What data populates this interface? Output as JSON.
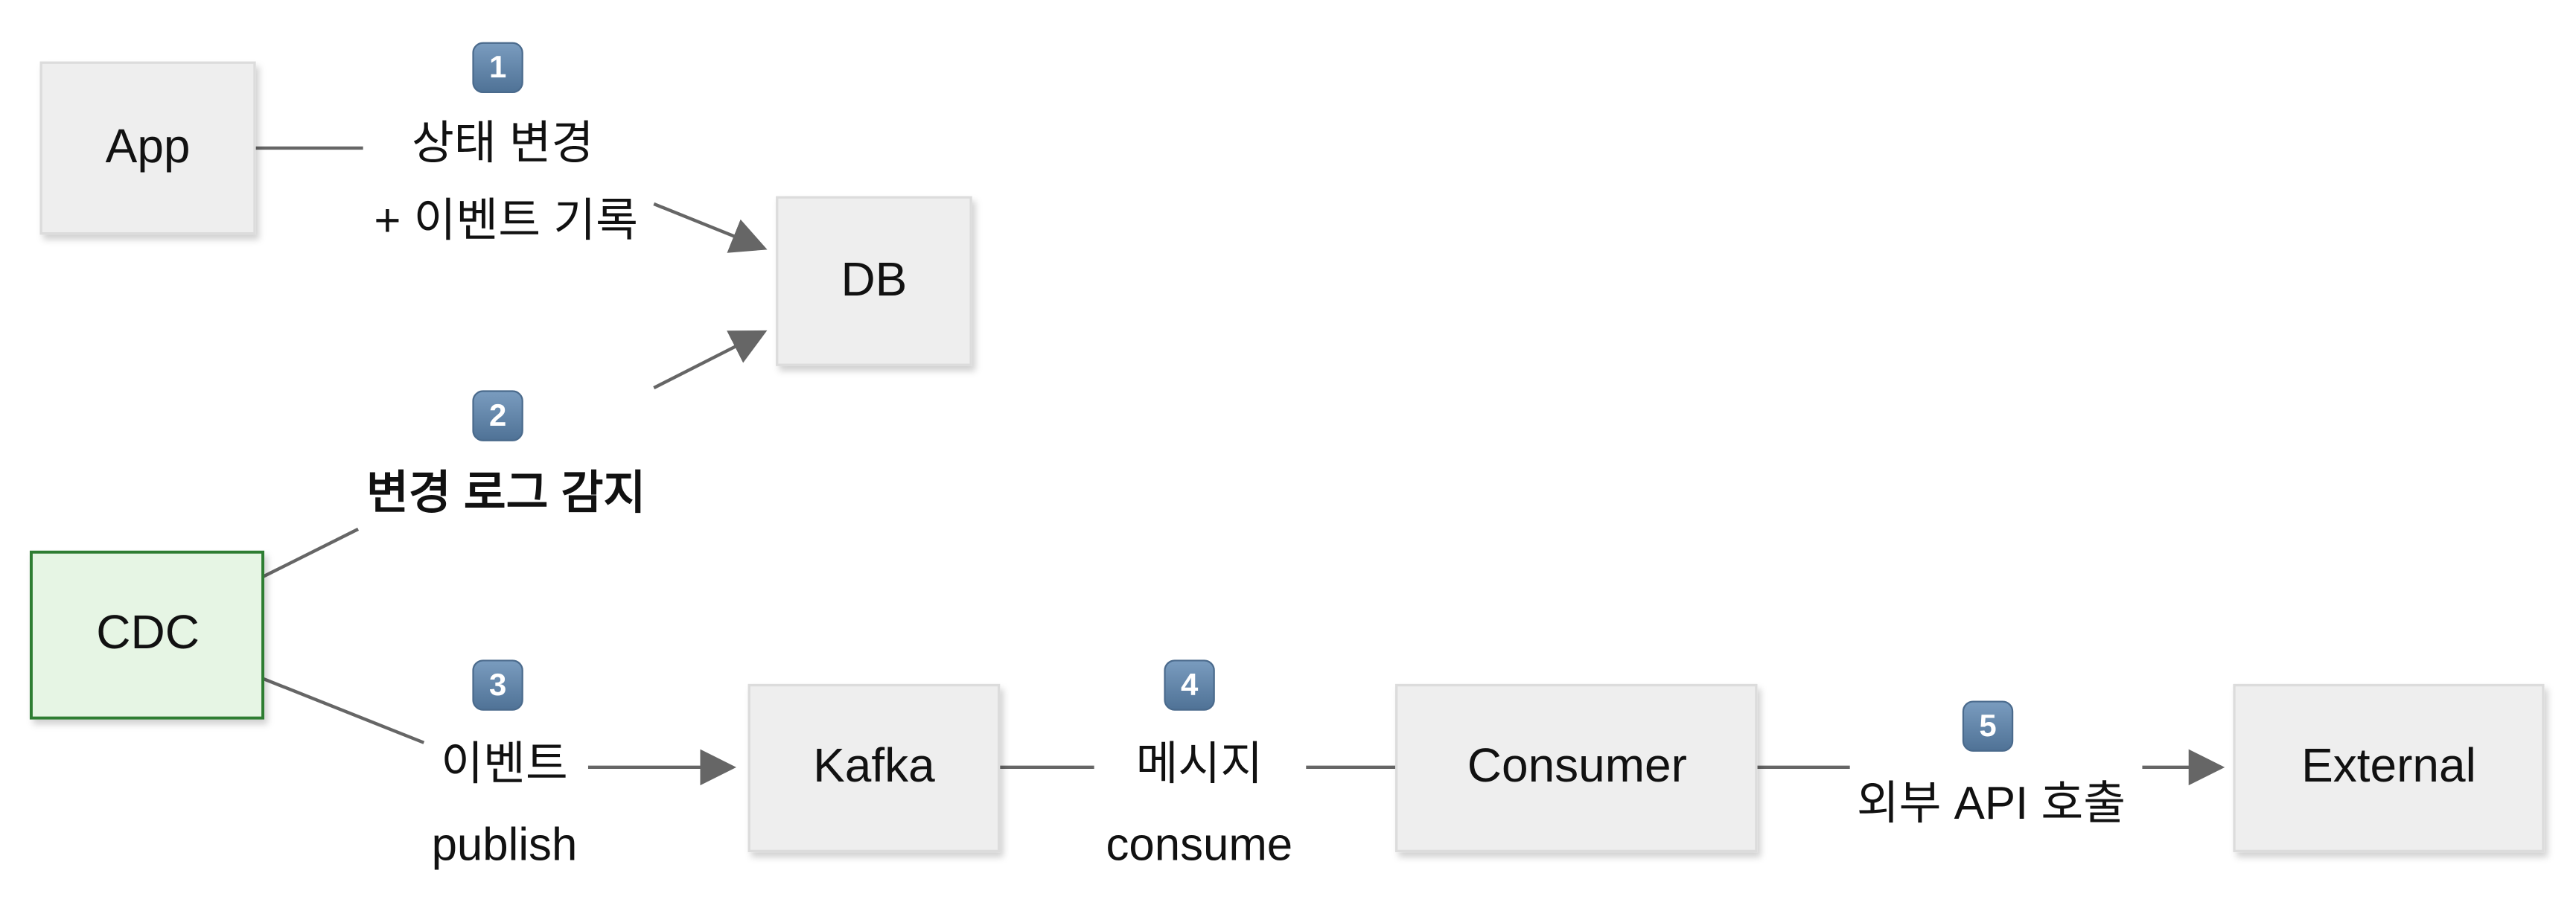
{
  "nodes": {
    "app": "App",
    "db": "DB",
    "cdc": "CDC",
    "kafka": "Kafka",
    "consumer": "Consumer",
    "external": "External"
  },
  "steps": [
    {
      "number": "1",
      "lines": [
        "상태 변경",
        "+ 이벤트 기록"
      ]
    },
    {
      "number": "2",
      "lines": [
        "변경 로그 감지"
      ]
    },
    {
      "number": "3",
      "lines": [
        "이벤트",
        "publish"
      ]
    },
    {
      "number": "4",
      "lines": [
        "메시지",
        "consume"
      ]
    },
    {
      "number": "5",
      "lines": [
        "외부 API 호출"
      ]
    }
  ],
  "colors": {
    "node_fill": "#eeeeee",
    "node_border": "#dddddd",
    "cdc_fill": "#e6f5e4",
    "cdc_border": "#2e7d32",
    "badge": "#5b7fa3",
    "edge": "#666666"
  }
}
